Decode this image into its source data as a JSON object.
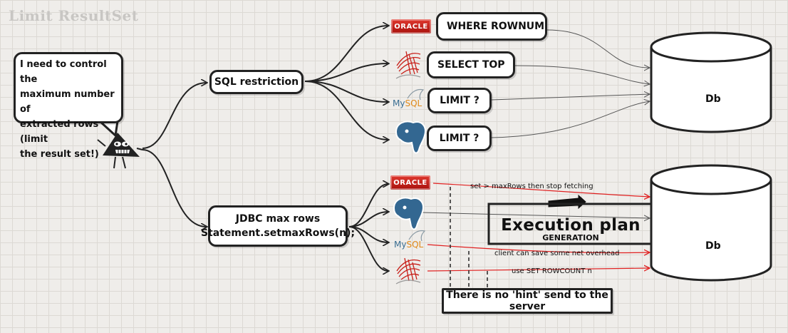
{
  "title": "Limit ResultSet",
  "speech_bubble": {
    "lines": [
      "I need to control the",
      "maximum number of",
      "extracted rows (limit",
      "the result set!)"
    ]
  },
  "nodes": {
    "sql_restriction": "SQL restriction",
    "jdbc_line1": "JDBC max rows",
    "jdbc_line2": "Statement.setmaxRows(n);",
    "where_rownum": "WHERE ROWNUM",
    "select_top": "SELECT TOP",
    "limit_mysql": "LIMIT ?",
    "limit_postgres": "LIMIT ?",
    "db_top": "Db",
    "db_bottom": "Db",
    "execution_plan": "Execution plan",
    "generation": "GENERATION",
    "no_hint": "There is no 'hint' send to the server"
  },
  "annotations": {
    "oracle_note": "set > maxRows then stop fetching",
    "mysql_note": "client can save some net overhead",
    "sqlserver_note": "use SET ROWCOUNT n"
  },
  "logos": {
    "oracle": "ORACLE",
    "mysql_my": "My",
    "mysql_sql": "SQL"
  },
  "icons": [
    "oracle-logo",
    "sql-server-logo",
    "mysql-logo",
    "postgresql-elephant-logo",
    "triangle-character-icon"
  ],
  "colors": {
    "background": "#efedea",
    "grid": "#dcd9d4",
    "stroke": "#222222",
    "red_arrow": "#e02020",
    "oracle_red": "#c8201a",
    "postgres_blue": "#336791",
    "mysql_blue": "#3a6e92",
    "mysql_orange": "#e08a1a"
  }
}
